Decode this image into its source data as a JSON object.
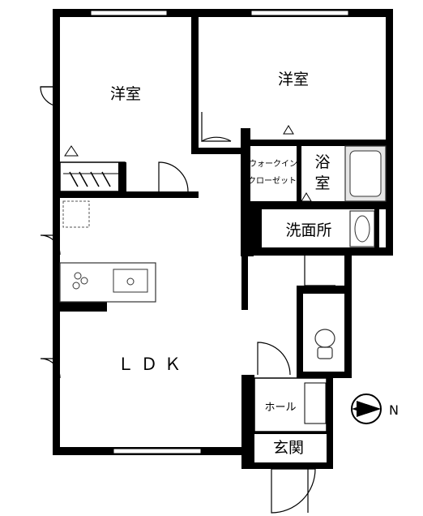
{
  "floorplan": {
    "rooms": {
      "bedroom_west": "洋室",
      "bedroom_east": "洋室",
      "walk_in_closet_line1": "ウォークイン",
      "walk_in_closet_line2": "クローゼット",
      "bathroom_line1": "浴",
      "bathroom_line2": "室",
      "washroom": "洗面所",
      "ldk": "ＬＤＫ",
      "hall": "ホール",
      "entrance": "玄関"
    },
    "compass": {
      "direction_label": "N",
      "icon": "north-arrow-icon"
    },
    "colors": {
      "wall": "#000000",
      "fixture_line": "#333333",
      "fixture_fill": "#e6e6e6",
      "window_fill": "#ffffff"
    }
  }
}
